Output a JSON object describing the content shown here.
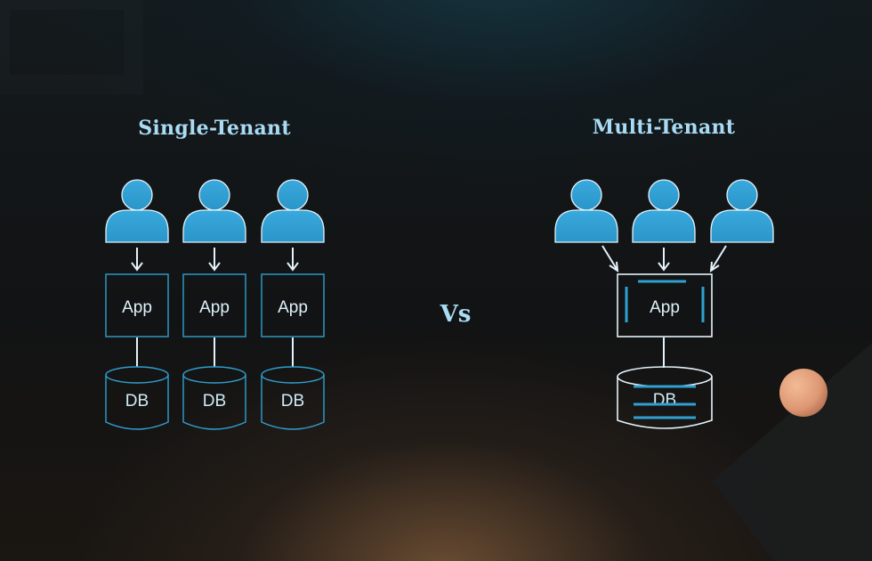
{
  "left": {
    "title": "Single-Tenant",
    "apps": [
      "App",
      "App",
      "App"
    ],
    "dbs": [
      "DB",
      "DB",
      "DB"
    ]
  },
  "vs": "Vs",
  "right": {
    "title": "Multi-Tenant",
    "app": "App",
    "db": "DB"
  },
  "colors": {
    "accent_text": "#a9dcf4",
    "user_fill": "#2e9fd3",
    "line": "#e4f3fa",
    "box_stroke": "#2fa0d1",
    "decoration_sphere": "#dd9873"
  }
}
